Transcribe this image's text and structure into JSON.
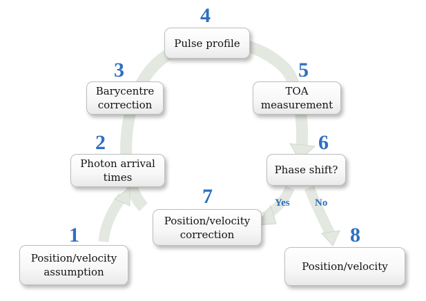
{
  "steps": [
    {
      "number": "1",
      "label": "Position/velocity\nassumption"
    },
    {
      "number": "2",
      "label": "Photon arrival\ntimes"
    },
    {
      "number": "3",
      "label": "Barycentre\ncorrection"
    },
    {
      "number": "4",
      "label": "Pulse profile"
    },
    {
      "number": "5",
      "label": "TOA\nmeasurement"
    },
    {
      "number": "6",
      "label": "Phase shift?"
    },
    {
      "number": "7",
      "label": "Position/velocity\ncorrection"
    },
    {
      "number": "8",
      "label": "Position/velocity"
    }
  ],
  "branches": {
    "yes": "Yes",
    "no": "No"
  },
  "colors": {
    "step_number": "#2e6fc0",
    "arrow_fill": "#e3e8e0",
    "arrow_stroke": "#d2d8ce",
    "box_border": "#bdbdbd"
  }
}
